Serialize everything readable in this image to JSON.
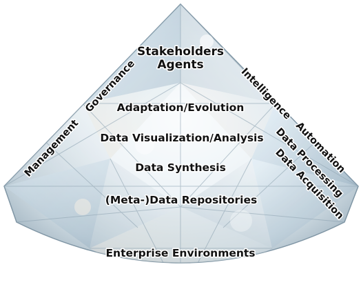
{
  "diagram": {
    "layers": [
      "Stakeholders",
      "Agents",
      "Adaptation/Evolution",
      "Data Visualization/Analysis",
      "Data Synthesis",
      "(Meta-)Data Repositories",
      "Enterprise Environments"
    ],
    "left_side": [
      "Governance",
      "Management"
    ],
    "right_side": [
      "Intelligence",
      "Automation",
      "Data Processing",
      "Data Acquisition"
    ]
  }
}
